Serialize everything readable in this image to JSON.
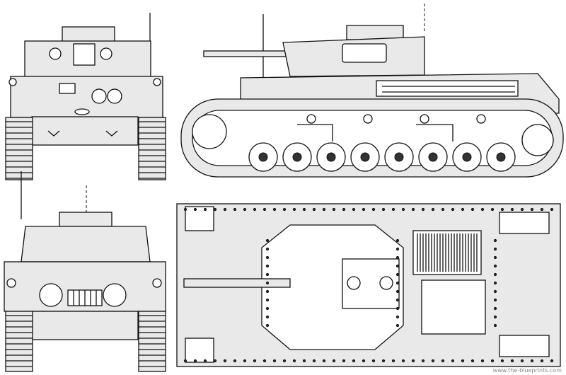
{
  "views": {
    "front": "front-view",
    "side": "side-view",
    "rear": "rear-view",
    "top": "top-view"
  },
  "watermark": "www.the-blueprints.com"
}
